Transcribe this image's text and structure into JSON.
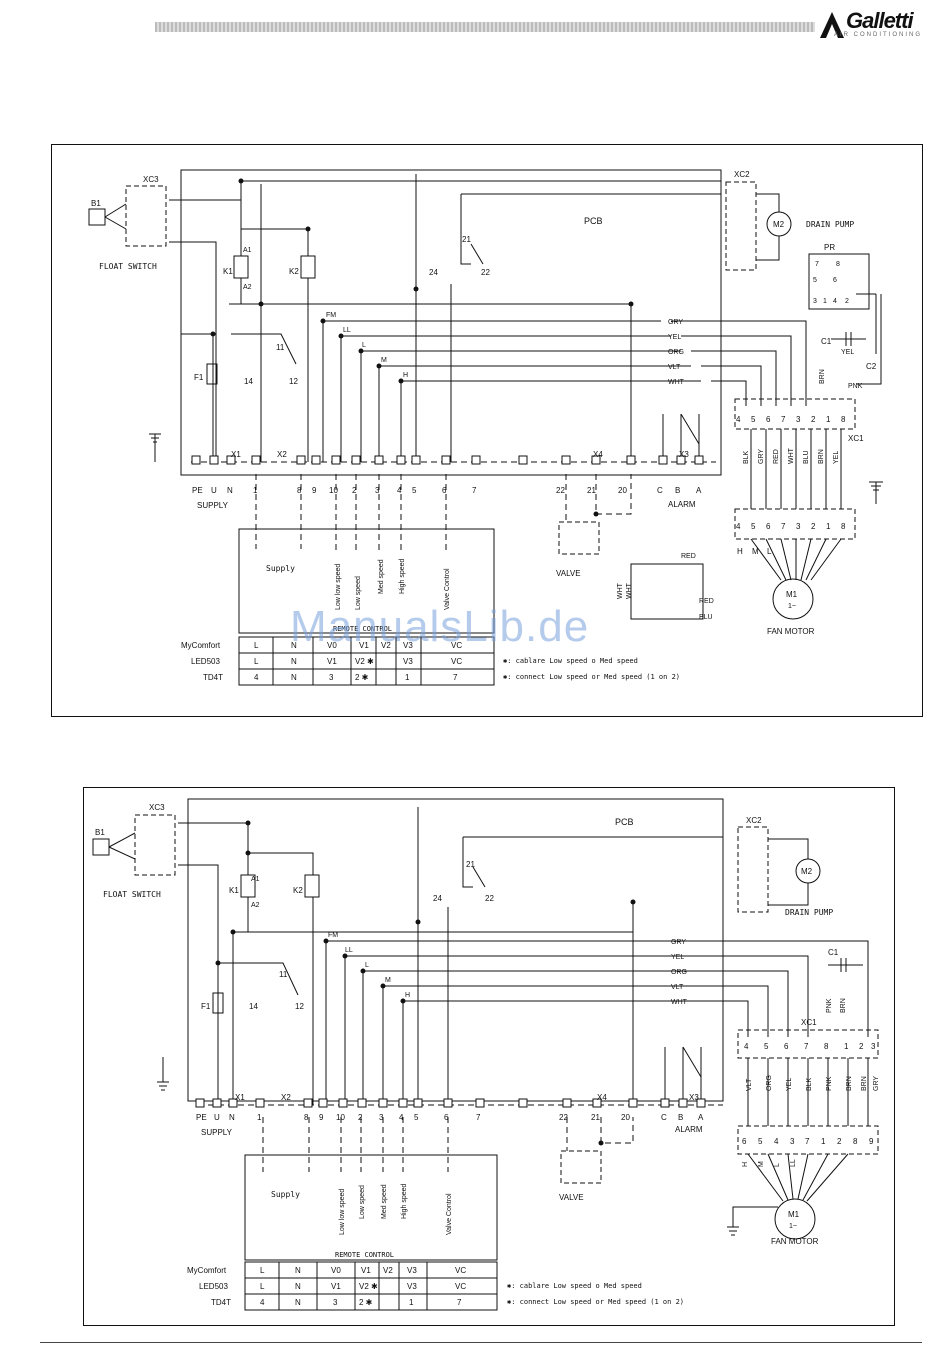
{
  "header": {
    "brand": "Galletti",
    "brand_sub": "AIR CONDITIONING"
  },
  "watermark": "ManualsLib.de",
  "diagram1": {
    "pcb": "PCB",
    "xc3": "XC3",
    "xc2": "XC2",
    "b1": "B1",
    "float_switch": "FLOAT SWITCH",
    "m2": "M2",
    "drain_pump": "DRAIN PUMP",
    "pr": "PR",
    "k1": "K1",
    "k2": "K2",
    "a1": "A1",
    "a2": "A2",
    "f1": "F1",
    "c1": "C1",
    "c2": "C2",
    "xc1": "XC1",
    "x1": "X1",
    "x2": "X2",
    "x3": "X3",
    "x4": "X4",
    "supply": "SUPPLY",
    "alarm": "ALARM",
    "valve": "VALVE",
    "fan_motor": "FAN MOTOR",
    "m1": "M1",
    "m1_sub": "1~",
    "remote_control": "REMOTE CONTROL",
    "supply_lbl": "Supply",
    "speed_labels": [
      "Low low speed",
      "Low speed",
      "Med speed",
      "High speed",
      "Valve Control"
    ],
    "signal_labels": [
      "FM",
      "LL",
      "L",
      "M",
      "H"
    ],
    "wire_colors": [
      "GRY",
      "YEL",
      "ORG",
      "VLT",
      "WHT"
    ],
    "terminals_left": [
      "PE",
      "U",
      "N"
    ],
    "terminals_x2": [
      "1",
      "8",
      "9",
      "10",
      "2",
      "3",
      "4",
      "5",
      "6",
      "7"
    ],
    "terminals_x4": [
      "22",
      "21",
      "20"
    ],
    "terminals_x3": [
      "C",
      "B",
      "A"
    ],
    "xc1_pins": [
      "4",
      "5",
      "6",
      "7",
      "3",
      "2",
      "1",
      "8"
    ],
    "xc1_colors": [
      "BLK",
      "GRY",
      "RED",
      "WHT",
      "BLU",
      "BRN",
      "YEL"
    ],
    "motor_pins": [
      "4",
      "5",
      "6",
      "7",
      "3",
      "2",
      "1",
      "8"
    ],
    "motor_speed": [
      "H",
      "M",
      "L"
    ],
    "pr_pins": [
      "7",
      "8",
      "5",
      "6",
      "3",
      "1",
      "4",
      "2"
    ],
    "pr2_labels": [
      "RED",
      "RED",
      "BLU",
      "WHT",
      "WHT"
    ],
    "pnk": "PNK",
    "yel": "YEL",
    "brn": "BRN",
    "contacts": [
      "11",
      "12",
      "14",
      "21",
      "22",
      "24"
    ],
    "table": {
      "rows": [
        {
          "name": "MyComfort",
          "cells": [
            "L",
            "N",
            "V0",
            "V1",
            "V2",
            "V3",
            "VC"
          ]
        },
        {
          "name": "LED503",
          "cells": [
            "L",
            "N",
            "V1",
            "V2 ✱",
            "",
            "V3",
            "VC"
          ]
        },
        {
          "name": "TD4T",
          "cells": [
            "4",
            "N",
            "3",
            "2 ✱",
            "",
            "1",
            "7"
          ]
        }
      ],
      "note_it": "✱: cablare Low speed o Med speed",
      "note_en": "✱: connect Low speed or Med speed (1 on 2)"
    }
  },
  "diagram2": {
    "pcb": "PCB",
    "xc3": "XC3",
    "xc2": "XC2",
    "b1": "B1",
    "float_switch": "FLOAT SWITCH",
    "m2": "M2",
    "drain_pump": "DRAIN PUMP",
    "k1": "K1",
    "k2": "K2",
    "a1": "A1",
    "a2": "A2",
    "f1": "F1",
    "c1": "C1",
    "xc1": "XC1",
    "x1": "X1",
    "x2": "X2",
    "x3": "X3",
    "x4": "X4",
    "supply": "SUPPLY",
    "alarm": "ALARM",
    "valve": "VALVE",
    "fan_motor": "FAN MOTOR",
    "m1": "M1",
    "m1_sub": "1~",
    "remote_control": "REMOTE CONTROL",
    "supply_lbl": "Supply",
    "speed_labels": [
      "Low low speed",
      "Low speed",
      "Med speed",
      "High speed",
      "Valve Control"
    ],
    "signal_labels": [
      "FM",
      "LL",
      "L",
      "M",
      "H"
    ],
    "wire_colors": [
      "GRY",
      "YEL",
      "ORG",
      "VLT",
      "WHT"
    ],
    "terminals_left": [
      "PE",
      "U",
      "N"
    ],
    "terminals_x2": [
      "1",
      "8",
      "9",
      "10",
      "2",
      "3",
      "4",
      "5",
      "6",
      "7"
    ],
    "terminals_x4": [
      "22",
      "21",
      "20"
    ],
    "terminals_x3": [
      "C",
      "B",
      "A"
    ],
    "xc1_pins": [
      "4",
      "5",
      "6",
      "7",
      "8",
      "1",
      "2",
      "3"
    ],
    "xc1_colors": [
      "VLT",
      "ORG",
      "YEL",
      "BLK",
      "PNK",
      "BRN",
      "BRN",
      "GRY"
    ],
    "c1_colors": [
      "PNK",
      "BRN"
    ],
    "motor_pins": [
      "6",
      "5",
      "4",
      "3",
      "7",
      "1",
      "2",
      "8",
      "9"
    ],
    "motor_speed": [
      "H",
      "M",
      "L",
      "LL"
    ],
    "contacts": [
      "11",
      "12",
      "14",
      "21",
      "22",
      "24"
    ],
    "table": {
      "rows": [
        {
          "name": "MyComfort",
          "cells": [
            "L",
            "N",
            "V0",
            "V1",
            "V2",
            "V3",
            "VC"
          ]
        },
        {
          "name": "LED503",
          "cells": [
            "L",
            "N",
            "V1",
            "V2 ✱",
            "",
            "V3",
            "VC"
          ]
        },
        {
          "name": "TD4T",
          "cells": [
            "4",
            "N",
            "3",
            "2 ✱",
            "",
            "1",
            "7"
          ]
        }
      ],
      "note_it": "✱: cablare Low speed o Med speed",
      "note_en": "✱: connect Low speed or Med speed (1 on 2)"
    }
  }
}
